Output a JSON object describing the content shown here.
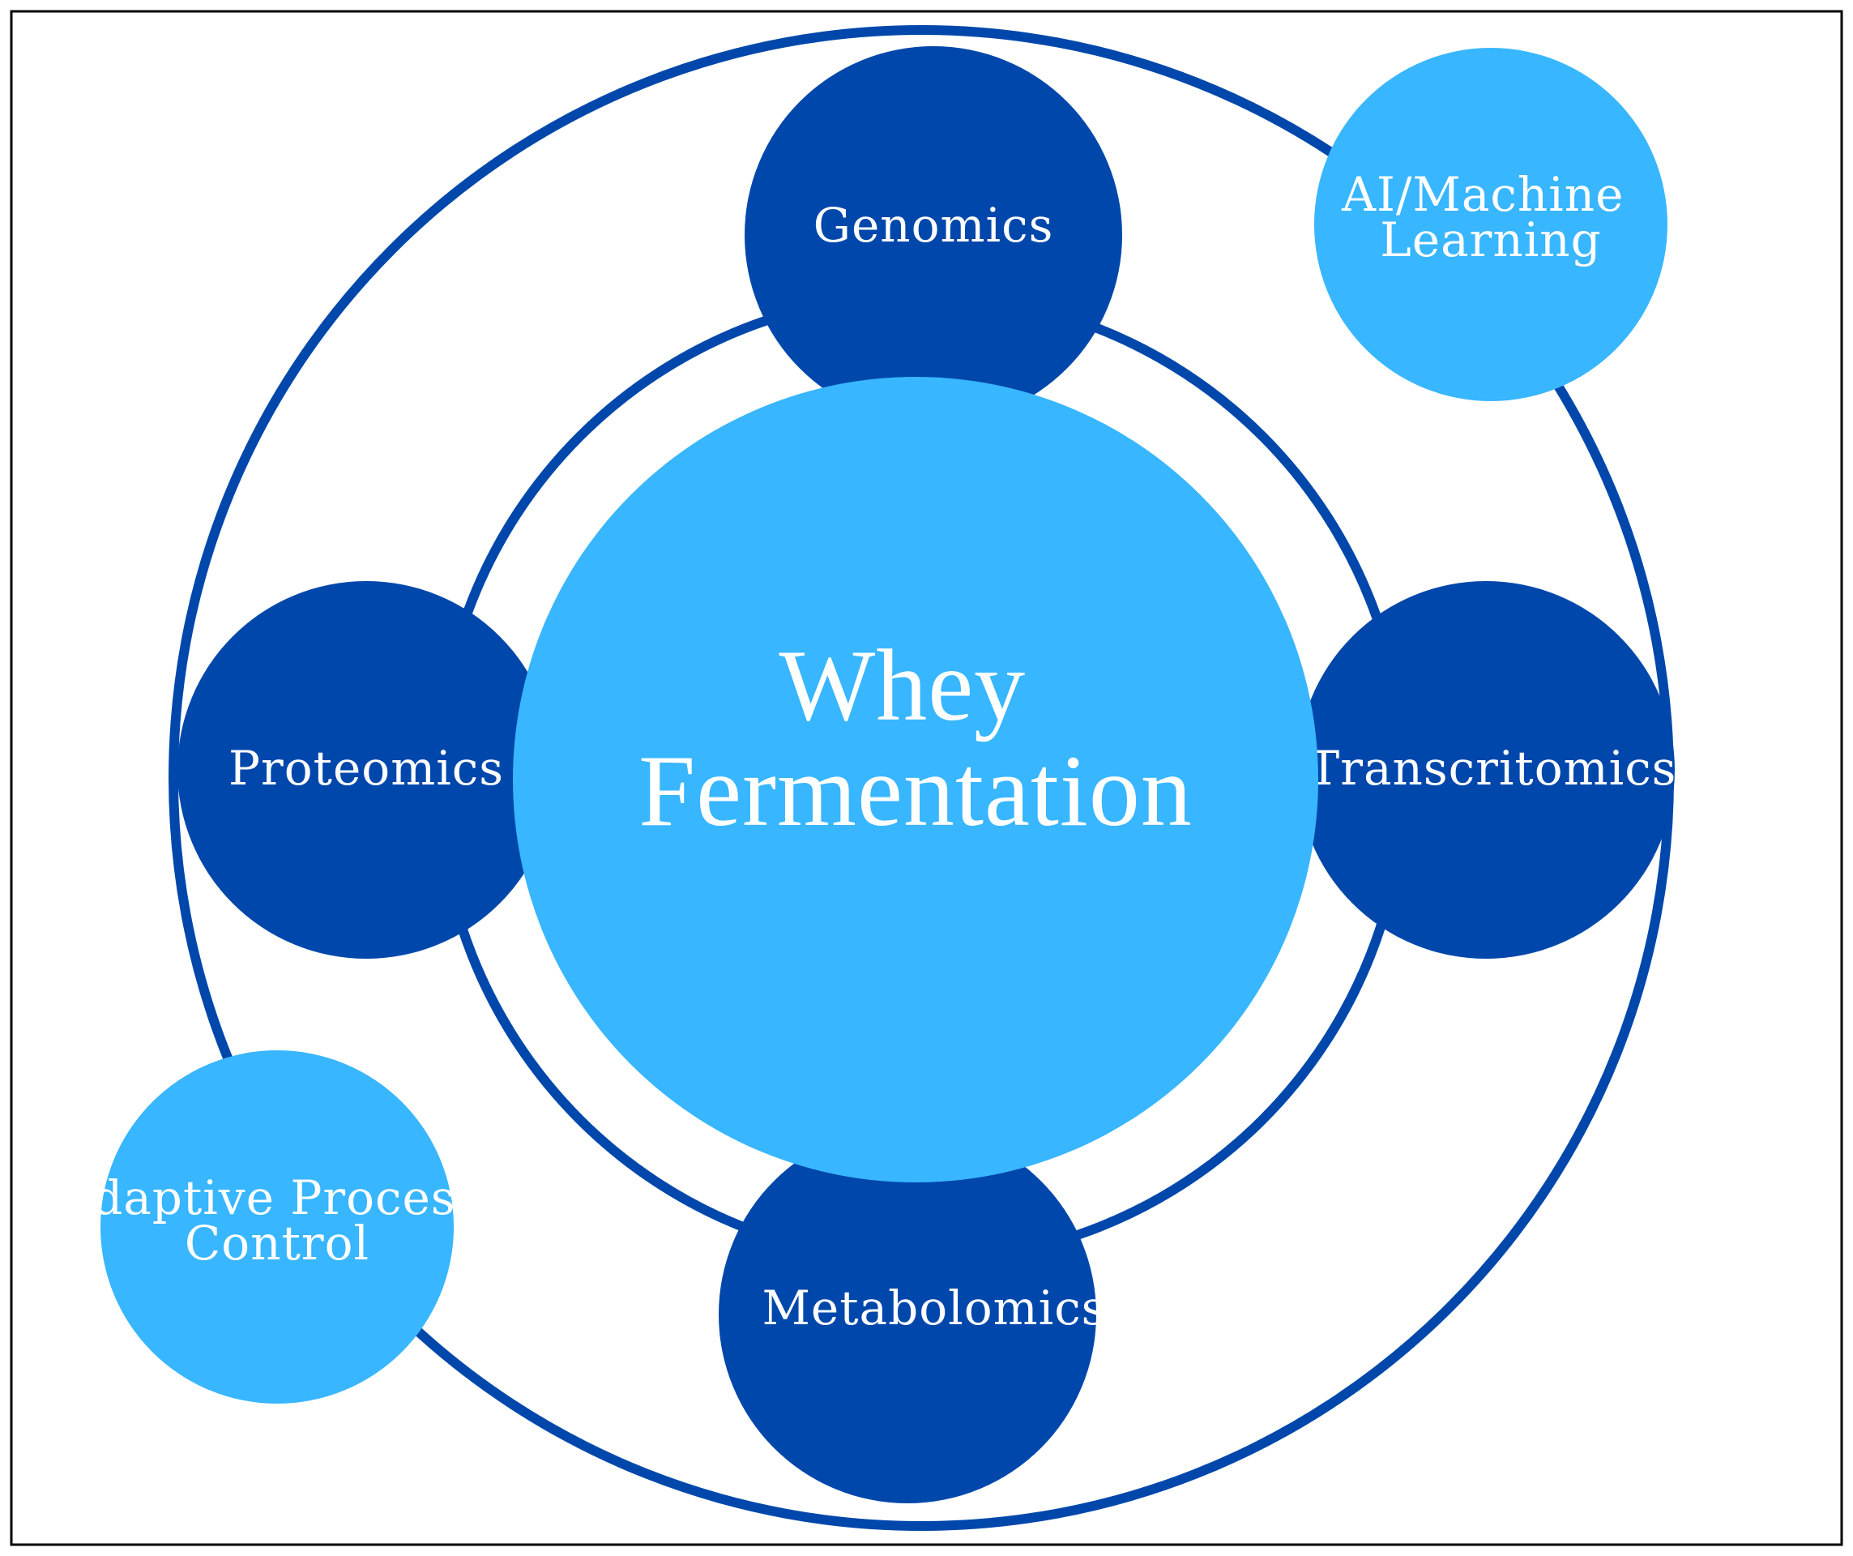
{
  "diagram": {
    "center_label_lines": [
      "Whey",
      "Fermentation"
    ],
    "nodes": {
      "genomics": {
        "label_lines": [
          "Genomics"
        ]
      },
      "proteomics": {
        "label_lines": [
          "Proteomics"
        ]
      },
      "transcriptomics": {
        "label_lines": [
          "Transcritomics"
        ]
      },
      "metabolomics": {
        "label_lines": [
          "Metabolomics"
        ]
      },
      "ai_ml": {
        "label_lines": [
          "AI/Machine",
          "Learning"
        ]
      },
      "adaptive_control": {
        "label_lines": [
          "Adaptive Process",
          "Control"
        ]
      }
    },
    "colors": {
      "ring": "#0047AB",
      "dark_node": "#0047AB",
      "light_node": "#38B6FF",
      "text": "#FFFFFF",
      "border": "#000000",
      "background": "#FFFFFF"
    }
  }
}
